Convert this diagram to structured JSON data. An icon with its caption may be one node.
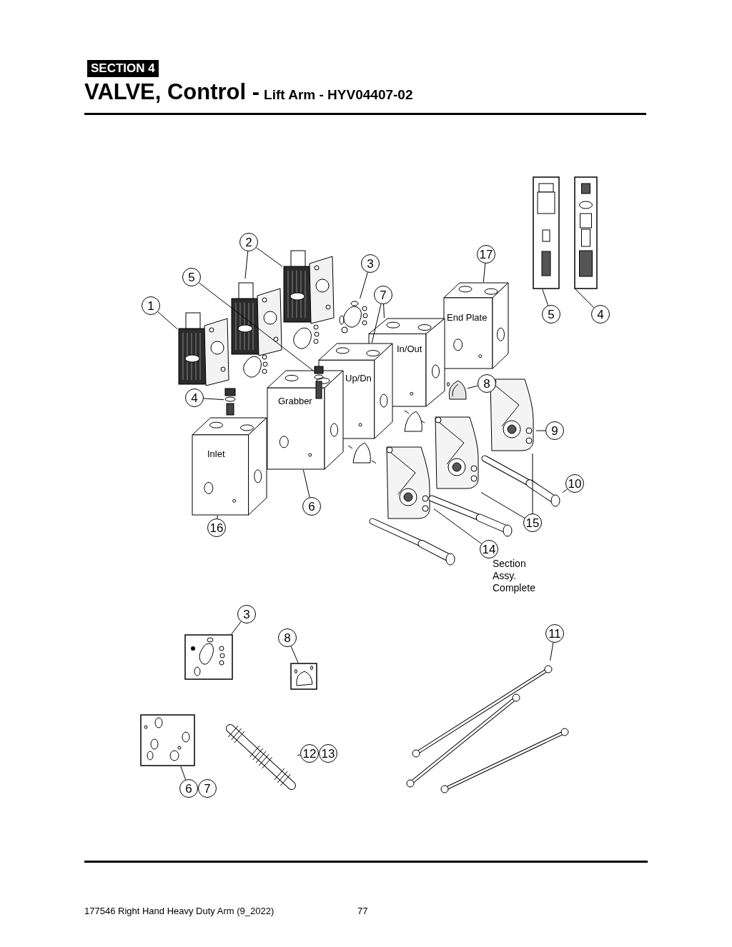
{
  "diagram": {
    "title": "VALVE, Control -",
    "nodes": [
      {
        "text": [
          "1"
        ]
      },
      {
        "text": [
          "2"
        ]
      },
      {
        "text": [
          "5"
        ]
      },
      {
        "text": [
          "3"
        ]
      },
      {
        "text": [
          "7"
        ]
      },
      {
        "text": [
          "17"
        ]
      },
      {
        "text": [],
        "shape": "picture"
      },
      {
        "text": [],
        "shape": "picture"
      },
      {
        "text": [],
        "shape": "picture"
      },
      {
        "text": [],
        "shape": "picture"
      },
      {
        "text": [],
        "shape": "picture"
      },
      {
        "text": [],
        "shape": "picture"
      },
      {
        "text": [
          "5"
        ]
      },
      {
        "text": [
          "4"
        ]
      },
      {
        "text": [
          "End Plate"
        ]
      },
      {
        "text": [
          "In/Out"
        ]
      },
      {
        "text": [
          "Up/Dn"
        ]
      },
      {
        "text": [],
        "shape": "picture"
      },
      {
        "text": [
          "Grabber"
        ]
      },
      {
        "text": [
          "8"
        ]
      },
      {
        "text": [],
        "shape": "picture"
      },
      {
        "text": [
          "4"
        ]
      },
      {
        "text": [],
        "shape": "picture"
      },
      {
        "text": [
          "Inlet"
        ]
      },
      {
        "text": [],
        "shape": "picture"
      },
      {
        "text": [
          "9"
        ]
      },
      {
        "text": [],
        "shape": "picture"
      },
      {
        "text": [],
        "shape": "picture"
      },
      {
        "text": [
          "10"
        ]
      },
      {
        "text": [],
        "shape": "picture"
      },
      {
        "text": [],
        "shape": "picture"
      },
      {
        "text": [
          "6"
        ]
      },
      {
        "text": [
          "15"
        ]
      },
      {
        "text": [
          "16"
        ]
      },
      {
        "text": [],
        "shape": "picture"
      },
      {
        "text": [
          "14"
        ],
        "beside": [
          "Section Assy. Complete"
        ]
      },
      {
        "text": [
          "3"
        ]
      },
      {
        "text": [],
        "shape": "picture"
      },
      {
        "text": [
          "8"
        ]
      },
      {
        "text": [
          "11"
        ]
      },
      {
        "text": [],
        "shape": "picture"
      },
      {
        "text": [],
        "shape": "picture"
      },
      {
        "text": [],
        "shape": "picture"
      },
      {
        "text": [
          "12"
        ]
      },
      {
        "text": [
          "13"
        ]
      },
      {
        "text": [],
        "shape": "picture"
      },
      {
        "text": [
          "6"
        ]
      },
      {
        "text": [
          "7"
        ]
      }
    ],
    "edges": [
      {
        "from": 0,
        "to": 8,
        "arrow": "none"
      },
      {
        "from": 1,
        "to": 7,
        "arrow": "none"
      },
      {
        "from": 1,
        "to": 6,
        "arrow": "none"
      },
      {
        "from": 2,
        "to": 17,
        "arrow": "none"
      },
      {
        "from": 3,
        "to": 9,
        "arrow": "none"
      },
      {
        "from": 4,
        "to": 16,
        "arrow": "none"
      },
      {
        "from": 4,
        "to": 15,
        "arrow": "none"
      },
      {
        "from": 5,
        "to": 14,
        "arrow": "none"
      },
      {
        "from": 12,
        "to": 10,
        "arrow": "none"
      },
      {
        "from": 13,
        "to": 11,
        "arrow": "none"
      },
      {
        "from": 19,
        "to": 20,
        "arrow": "none"
      },
      {
        "from": 21,
        "to": 22,
        "arrow": "none"
      },
      {
        "from": 25,
        "to": 24,
        "arrow": "none"
      },
      {
        "from": 28,
        "to": 27,
        "arrow": "none"
      },
      {
        "from": 31,
        "to": 18,
        "arrow": "none"
      },
      {
        "from": 32,
        "to": 24,
        "arrow": "none"
      },
      {
        "from": 32,
        "to": 26,
        "arrow": "none"
      },
      {
        "from": 33,
        "to": 23,
        "arrow": "none"
      },
      {
        "from": 35,
        "to": 29,
        "arrow": "none"
      },
      {
        "from": 36,
        "to": 37,
        "arrow": "none"
      },
      {
        "from": 38,
        "to": 40,
        "arrow": "none"
      },
      {
        "from": 46,
        "to": 41,
        "arrow": "none"
      },
      {
        "from": 43,
        "to": 42,
        "arrow": "none"
      },
      {
        "from": 39,
        "to": 45,
        "arrow": "none"
      }
    ],
    "labels": [
      "SECTION 4",
      "Lift Arm - HYV04407-02",
      "177546 Right Hand Heavy Duty Arm (9_2022)",
      "77"
    ]
  }
}
